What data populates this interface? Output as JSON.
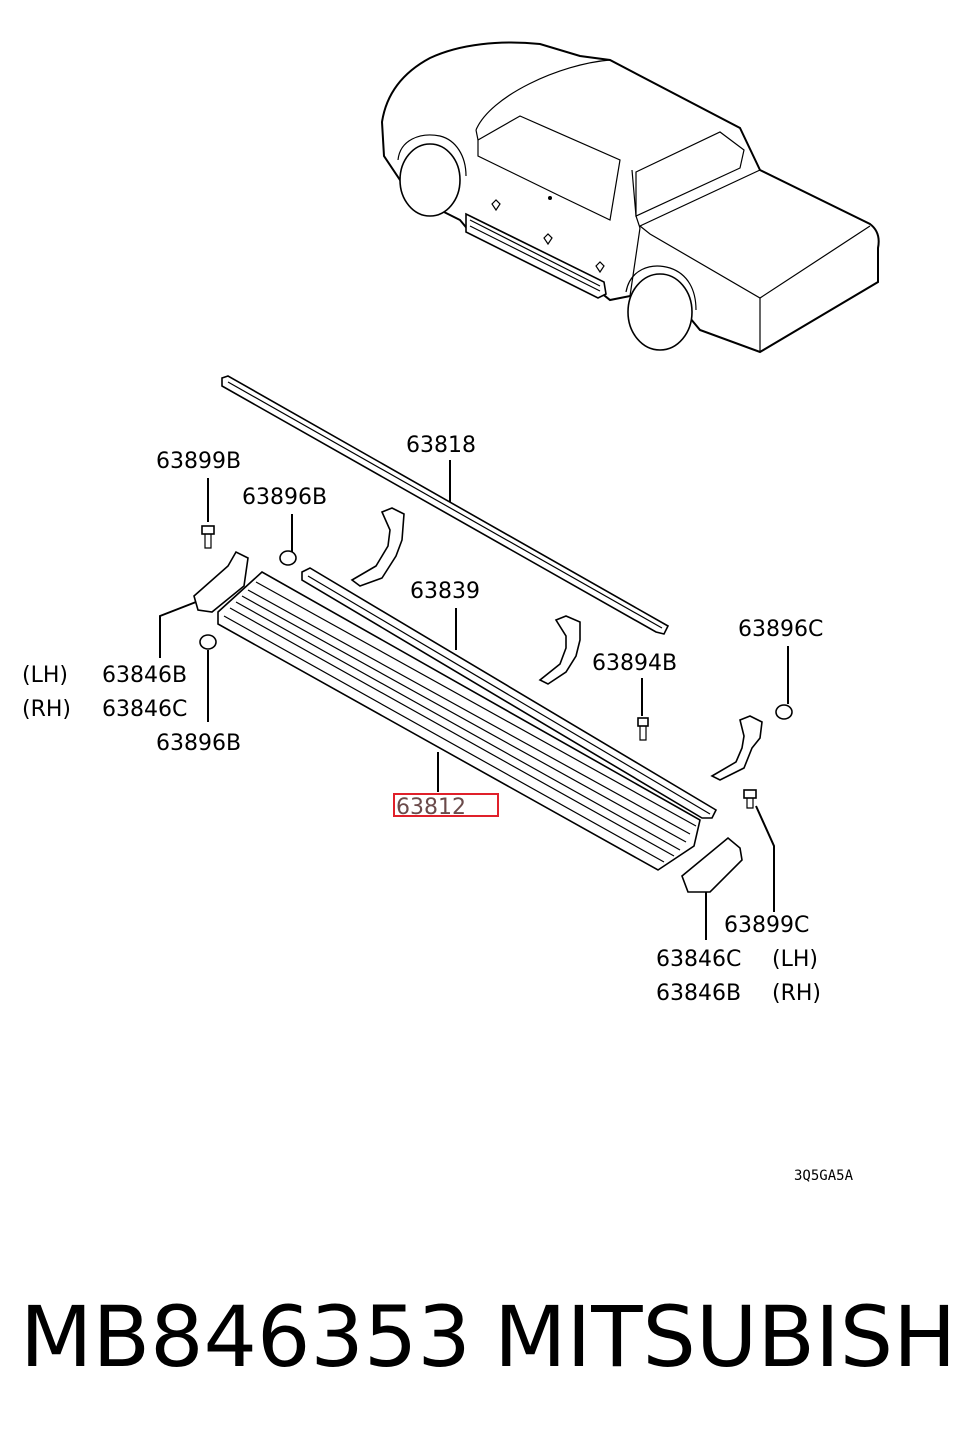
{
  "diagram": {
    "labels": {
      "p63818": "63818",
      "p63899b": "63899B",
      "p63896b_top": "63896B",
      "p63839": "63839",
      "p63896c": "63896C",
      "p63894b": "63894B",
      "lh_left": "(LH)",
      "rh_left": "(RH)",
      "p63846b_left": "63846B",
      "p63846c_left": "63846C",
      "p63896b_bottom": "63896B",
      "p63812": "63812",
      "p63899c": "63899C",
      "p63846c_right": "63846C",
      "lh_right": "(LH)",
      "p63846b_right": "63846B",
      "rh_right": "(RH)"
    },
    "drawing_code": "3Q5GA5A",
    "highlight_color": "#e0202a"
  },
  "footer": {
    "part_number": "MB846353",
    "brand": "MITSUBISHI"
  }
}
